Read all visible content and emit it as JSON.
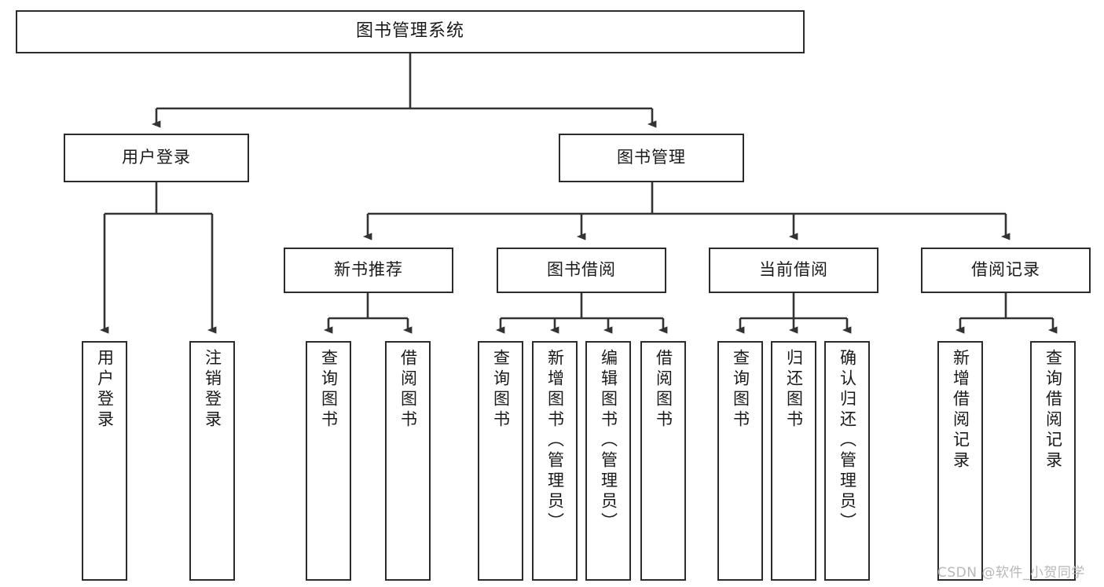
{
  "diagram": {
    "title": "图书管理系统",
    "type": "tree-hierarchy",
    "root": {
      "label": "图书管理系统"
    },
    "level2": [
      {
        "id": "user-login",
        "label": "用户登录"
      },
      {
        "id": "book-manage",
        "label": "图书管理"
      }
    ],
    "level3": [
      {
        "id": "new-book-recommend",
        "label": "新书推荐",
        "parent": "book-manage"
      },
      {
        "id": "book-borrow",
        "label": "图书借阅",
        "parent": "book-manage"
      },
      {
        "id": "current-borrow",
        "label": "当前借阅",
        "parent": "book-manage"
      },
      {
        "id": "borrow-record",
        "label": "借阅记录",
        "parent": "book-manage"
      }
    ],
    "leaves": [
      {
        "id": "leaf-user-login",
        "label": "用户登录",
        "parent": "user-login"
      },
      {
        "id": "leaf-logout-login",
        "label": "注销登录",
        "parent": "user-login"
      },
      {
        "id": "leaf-query-book-1",
        "label": "查询图书",
        "parent": "new-book-recommend"
      },
      {
        "id": "leaf-borrow-book-1",
        "label": "借阅图书",
        "parent": "new-book-recommend"
      },
      {
        "id": "leaf-query-book-2",
        "label": "查询图书",
        "parent": "book-borrow"
      },
      {
        "id": "leaf-add-book",
        "label": "新增图书（管理员）",
        "parent": "book-borrow"
      },
      {
        "id": "leaf-edit-book",
        "label": "编辑图书（管理员）",
        "parent": "book-borrow"
      },
      {
        "id": "leaf-borrow-book-2",
        "label": "借阅图书",
        "parent": "book-borrow"
      },
      {
        "id": "leaf-query-book-3",
        "label": "查询图书",
        "parent": "current-borrow"
      },
      {
        "id": "leaf-return-book",
        "label": "归还图书",
        "parent": "current-borrow"
      },
      {
        "id": "leaf-confirm-return",
        "label": "确认归还（管理员）",
        "parent": "current-borrow"
      },
      {
        "id": "leaf-add-record",
        "label": "新增借阅记录",
        "parent": "borrow-record"
      },
      {
        "id": "leaf-query-record",
        "label": "查询借阅记录",
        "parent": "borrow-record"
      }
    ],
    "watermark": "CSDN @软件_小贺同学",
    "colors": {
      "box_border": "#2b2b2b",
      "box_fill": "#ffffff",
      "connector": "#333333",
      "text": "#1a1a1a",
      "watermark": "#b8b8b8",
      "background": "#ffffff"
    }
  }
}
